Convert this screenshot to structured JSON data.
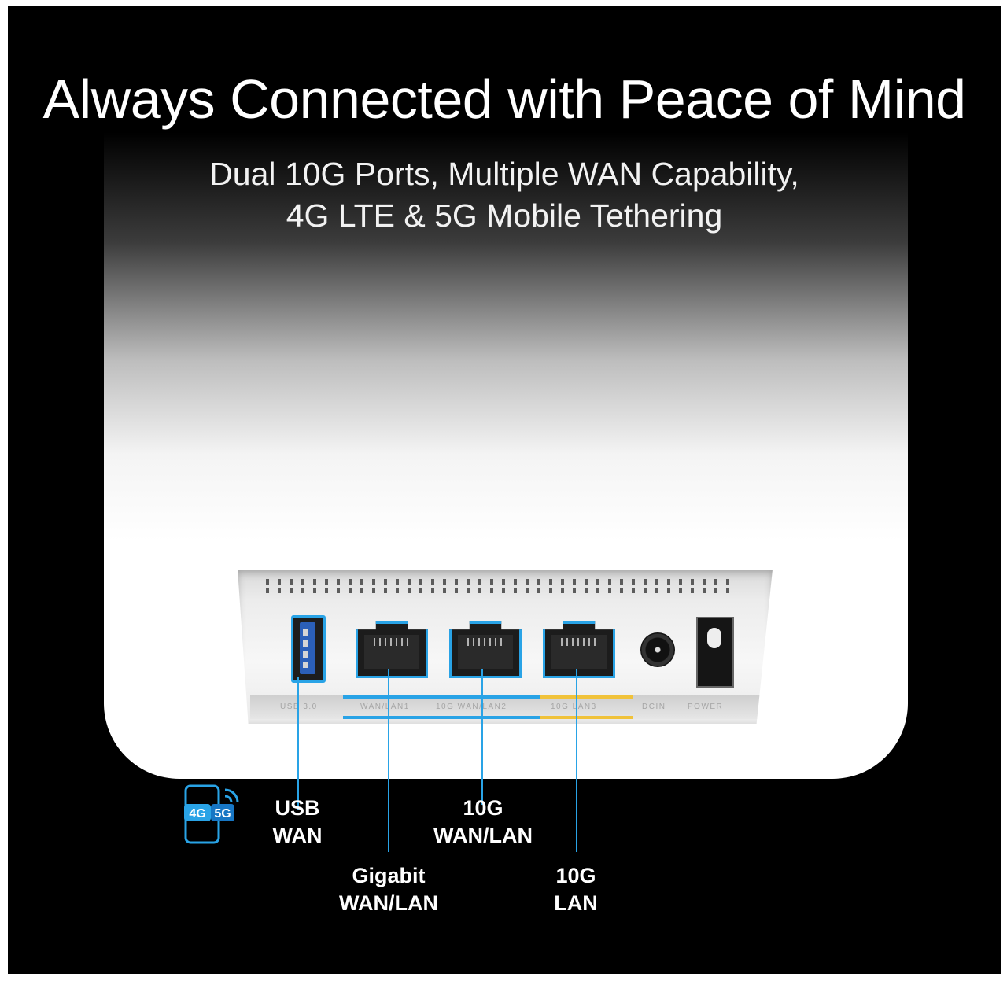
{
  "headline": "Always Connected with Peace of Mind",
  "subheadline": {
    "line1": "Dual 10G Ports, Multiple WAN Capability,",
    "line2": "4G LTE & 5G Mobile Tethering"
  },
  "panel_silkscreen": {
    "usb": "USB 3.0",
    "wan_lan1": "WAN/LAN1",
    "wan_lan2": "10G WAN/LAN2",
    "lan3": "10G LAN3",
    "dcin": "DCIN",
    "power": "POWER"
  },
  "phone_badge": {
    "left": "4G",
    "right": "5G"
  },
  "callouts": {
    "usb": {
      "line1": "USB",
      "line2": "WAN"
    },
    "gigabit": {
      "line1": "Gigabit",
      "line2": "WAN/LAN"
    },
    "ten_g_wan": {
      "line1": "10G",
      "line2": "WAN/LAN"
    },
    "ten_g_lan": {
      "line1": "10G",
      "line2": "LAN"
    }
  },
  "colors": {
    "accent_blue": "#29a3e6",
    "accent_yellow": "#f0c23a",
    "background": "#000000",
    "device": "#ffffff"
  }
}
